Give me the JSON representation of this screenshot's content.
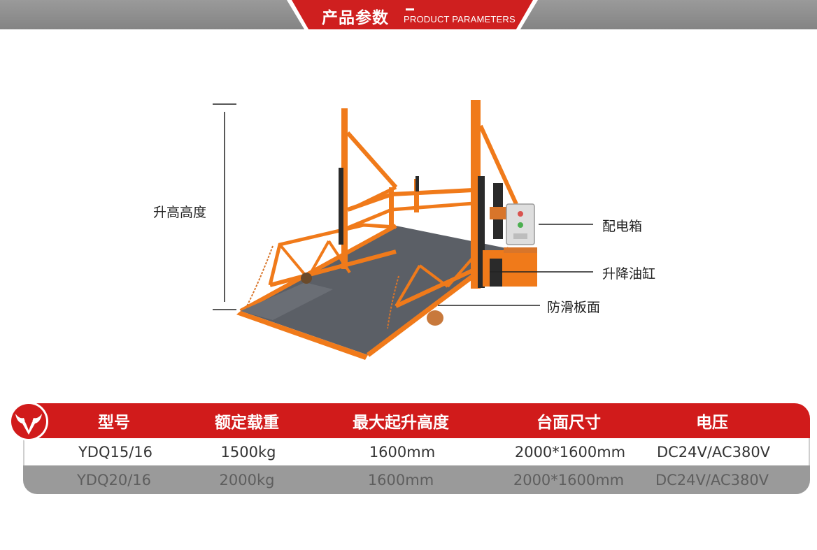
{
  "header": {
    "title": "产品参数",
    "subtitle": "PRODUCT PARAMETERS"
  },
  "diagram": {
    "labels": {
      "height": "升高高度",
      "control_box": "配电箱",
      "cylinder": "升降油缸",
      "deck": "防滑板面"
    }
  },
  "spec_table": {
    "headers": [
      "型号",
      "额定载重",
      "最大起升高度",
      "台面尺寸",
      "电压"
    ],
    "rows": [
      [
        "YDQ15/16",
        "1500kg",
        "1600mm",
        "2000*1600mm",
        "DC24V/AC380V"
      ],
      [
        "YDQ20/16",
        "2000kg",
        "1600mm",
        "2000*1600mm",
        "DC24V/AC380V"
      ]
    ]
  },
  "colors": {
    "accent": "#d11b1b",
    "banner_gray": "#8c8c8c",
    "machine_orange": "#f07a1a",
    "deck_gray": "#5b5f66"
  }
}
